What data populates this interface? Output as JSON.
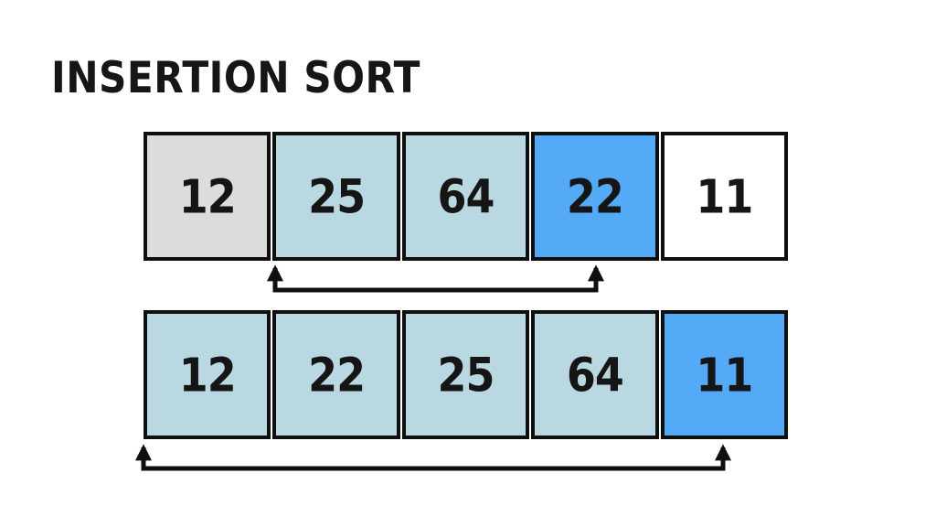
{
  "title": "INSERTION SORT",
  "colors": {
    "gray": "#dcdcdc",
    "light_blue": "#b9d8e1",
    "highlight_blue": "#55aaf7",
    "white": "#ffffff",
    "ink": "#0f0f0f"
  },
  "rows": [
    {
      "label": "step-1-array",
      "cells": [
        {
          "value": "12",
          "state": "gray"
        },
        {
          "value": "25",
          "state": "light_blue"
        },
        {
          "value": "64",
          "state": "light_blue"
        },
        {
          "value": "22",
          "state": "highlight_blue"
        },
        {
          "value": "11",
          "state": "white"
        }
      ],
      "arrow": {
        "from_cell_index": 3,
        "to_position": "boundary between cells 0 and 1",
        "direction": "both ends point up"
      }
    },
    {
      "label": "step-2-array",
      "cells": [
        {
          "value": "12",
          "state": "light_blue"
        },
        {
          "value": "22",
          "state": "light_blue"
        },
        {
          "value": "25",
          "state": "light_blue"
        },
        {
          "value": "64",
          "state": "light_blue"
        },
        {
          "value": "11",
          "state": "highlight_blue"
        }
      ],
      "arrow": {
        "from_cell_index": 4,
        "to_position": "left edge of array (before cell 0)",
        "direction": "both ends point up"
      }
    }
  ]
}
